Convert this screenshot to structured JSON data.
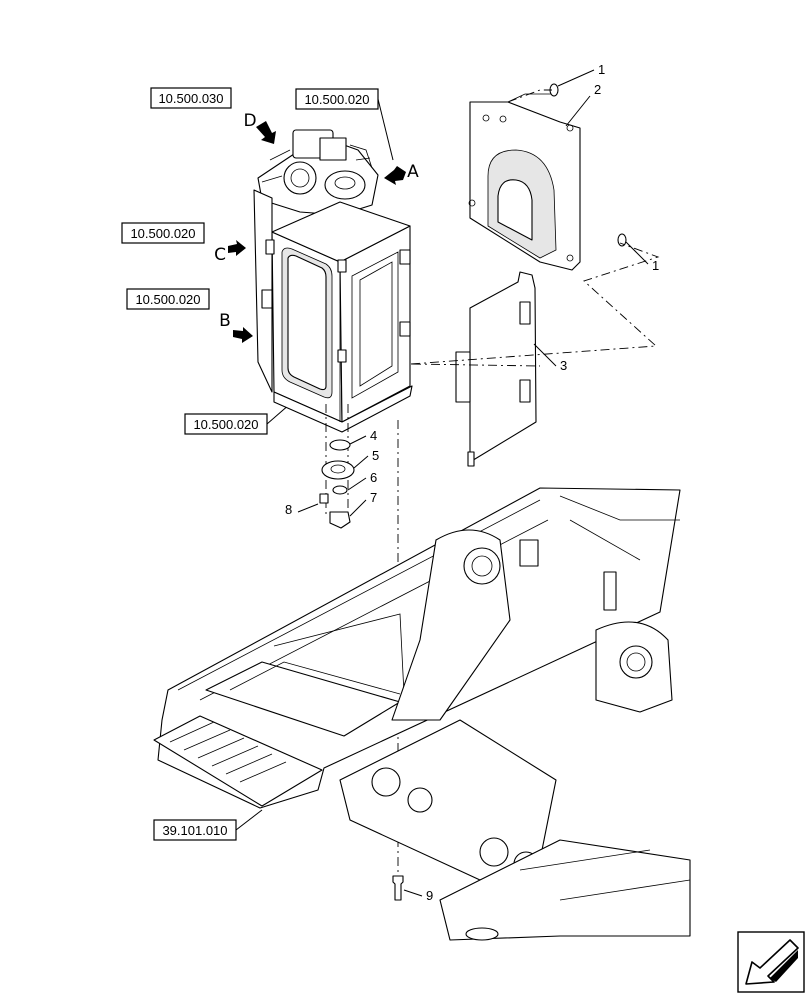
{
  "references": {
    "ref_d": "10.500.030",
    "ref_a": "10.500.020",
    "ref_c": "10.500.020",
    "ref_b": "10.500.020",
    "ref_bottom": "10.500.020",
    "ref_frame": "39.101.010"
  },
  "view_letters": {
    "a": "A",
    "b": "B",
    "c": "C",
    "d": "D"
  },
  "callouts": {
    "c1_top": "1",
    "c2": "2",
    "c1_lower": "1",
    "c3": "3",
    "c4": "4",
    "c5": "5",
    "c6": "6",
    "c7": "7",
    "c8": "8",
    "c9": "9"
  },
  "icons": {
    "nav": "view-direction-arrow-icon"
  },
  "colors": {
    "line": "#000000",
    "background": "#ffffff"
  }
}
